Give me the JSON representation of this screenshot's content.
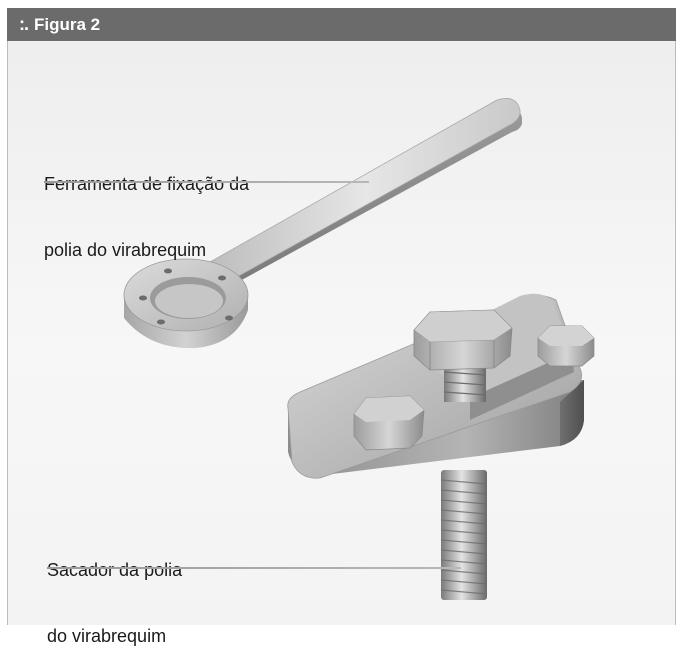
{
  "header": {
    "marker": ":.",
    "title": "Figura 2"
  },
  "labels": {
    "wrench": [
      "Ferramenta de fixação da",
      "polia do virabrequim"
    ],
    "puller": [
      "Sacador da polia",
      "do virabrequim"
    ]
  },
  "colors": {
    "header_bg": "#6b6b6b",
    "panel_bg": "#efefef",
    "metal": "#b9b9b9"
  }
}
